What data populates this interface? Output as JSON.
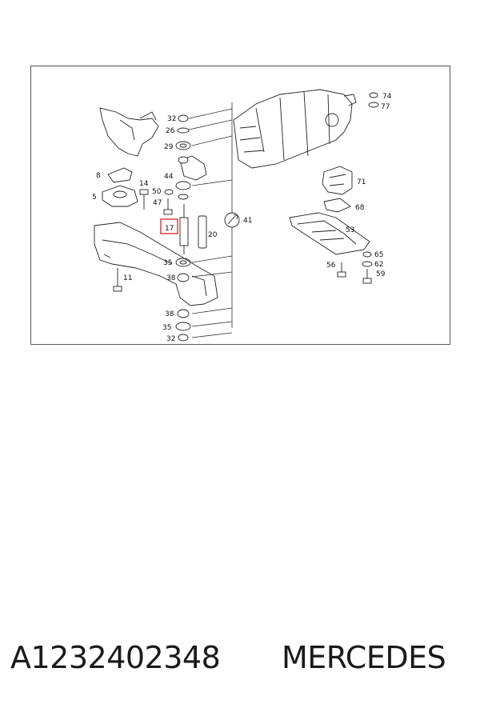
{
  "diagram": {
    "part_labels": [
      "32",
      "26",
      "29",
      "8",
      "14",
      "50",
      "44",
      "5",
      "47",
      "17",
      "20",
      "41",
      "35",
      "38",
      "11",
      "38",
      "35",
      "32",
      "74",
      "77",
      "71",
      "68",
      "53",
      "65",
      "62",
      "56",
      "59"
    ],
    "highlighted_label": "17",
    "highlight_color": "#e0303a"
  },
  "caption": {
    "part_number": "A1232402348",
    "brand": "MERCEDES"
  }
}
